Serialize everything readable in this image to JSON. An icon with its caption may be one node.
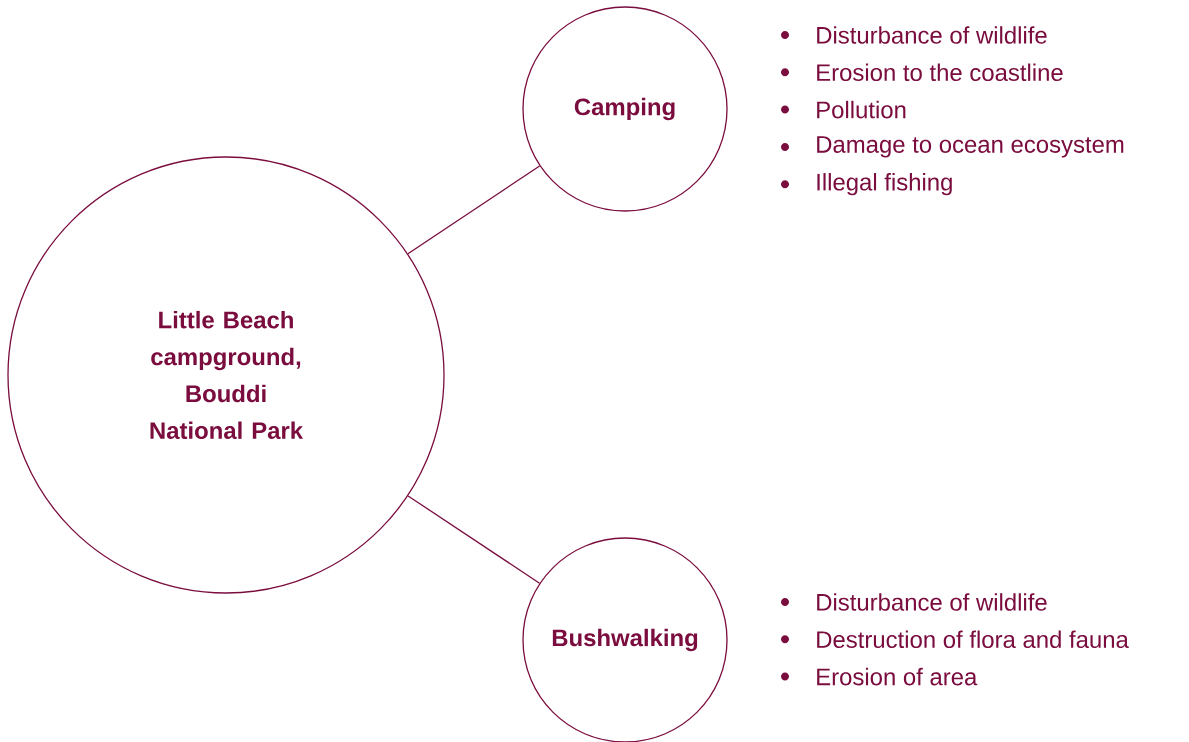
{
  "diagram": {
    "nodes": [
      {
        "text": [
          "Little Beach campground, Bouddi National Park"
        ]
      },
      {
        "text": [
          "Camping"
        ],
        "beside": [
          "Disturbance of wildlife",
          "Erosion to the coastline",
          "Pollution",
          "Damage to ocean ecosystem",
          "Illegal fishing"
        ]
      },
      {
        "text": [
          "Bushwalking"
        ],
        "beside": [
          "Disturbance of wildlife",
          "Destruction of flora and fauna",
          "Erosion of area"
        ]
      }
    ],
    "edges": [
      {
        "from": 0,
        "to": 1,
        "arrow": "none"
      },
      {
        "from": 0,
        "to": 2,
        "arrow": "none"
      }
    ]
  }
}
